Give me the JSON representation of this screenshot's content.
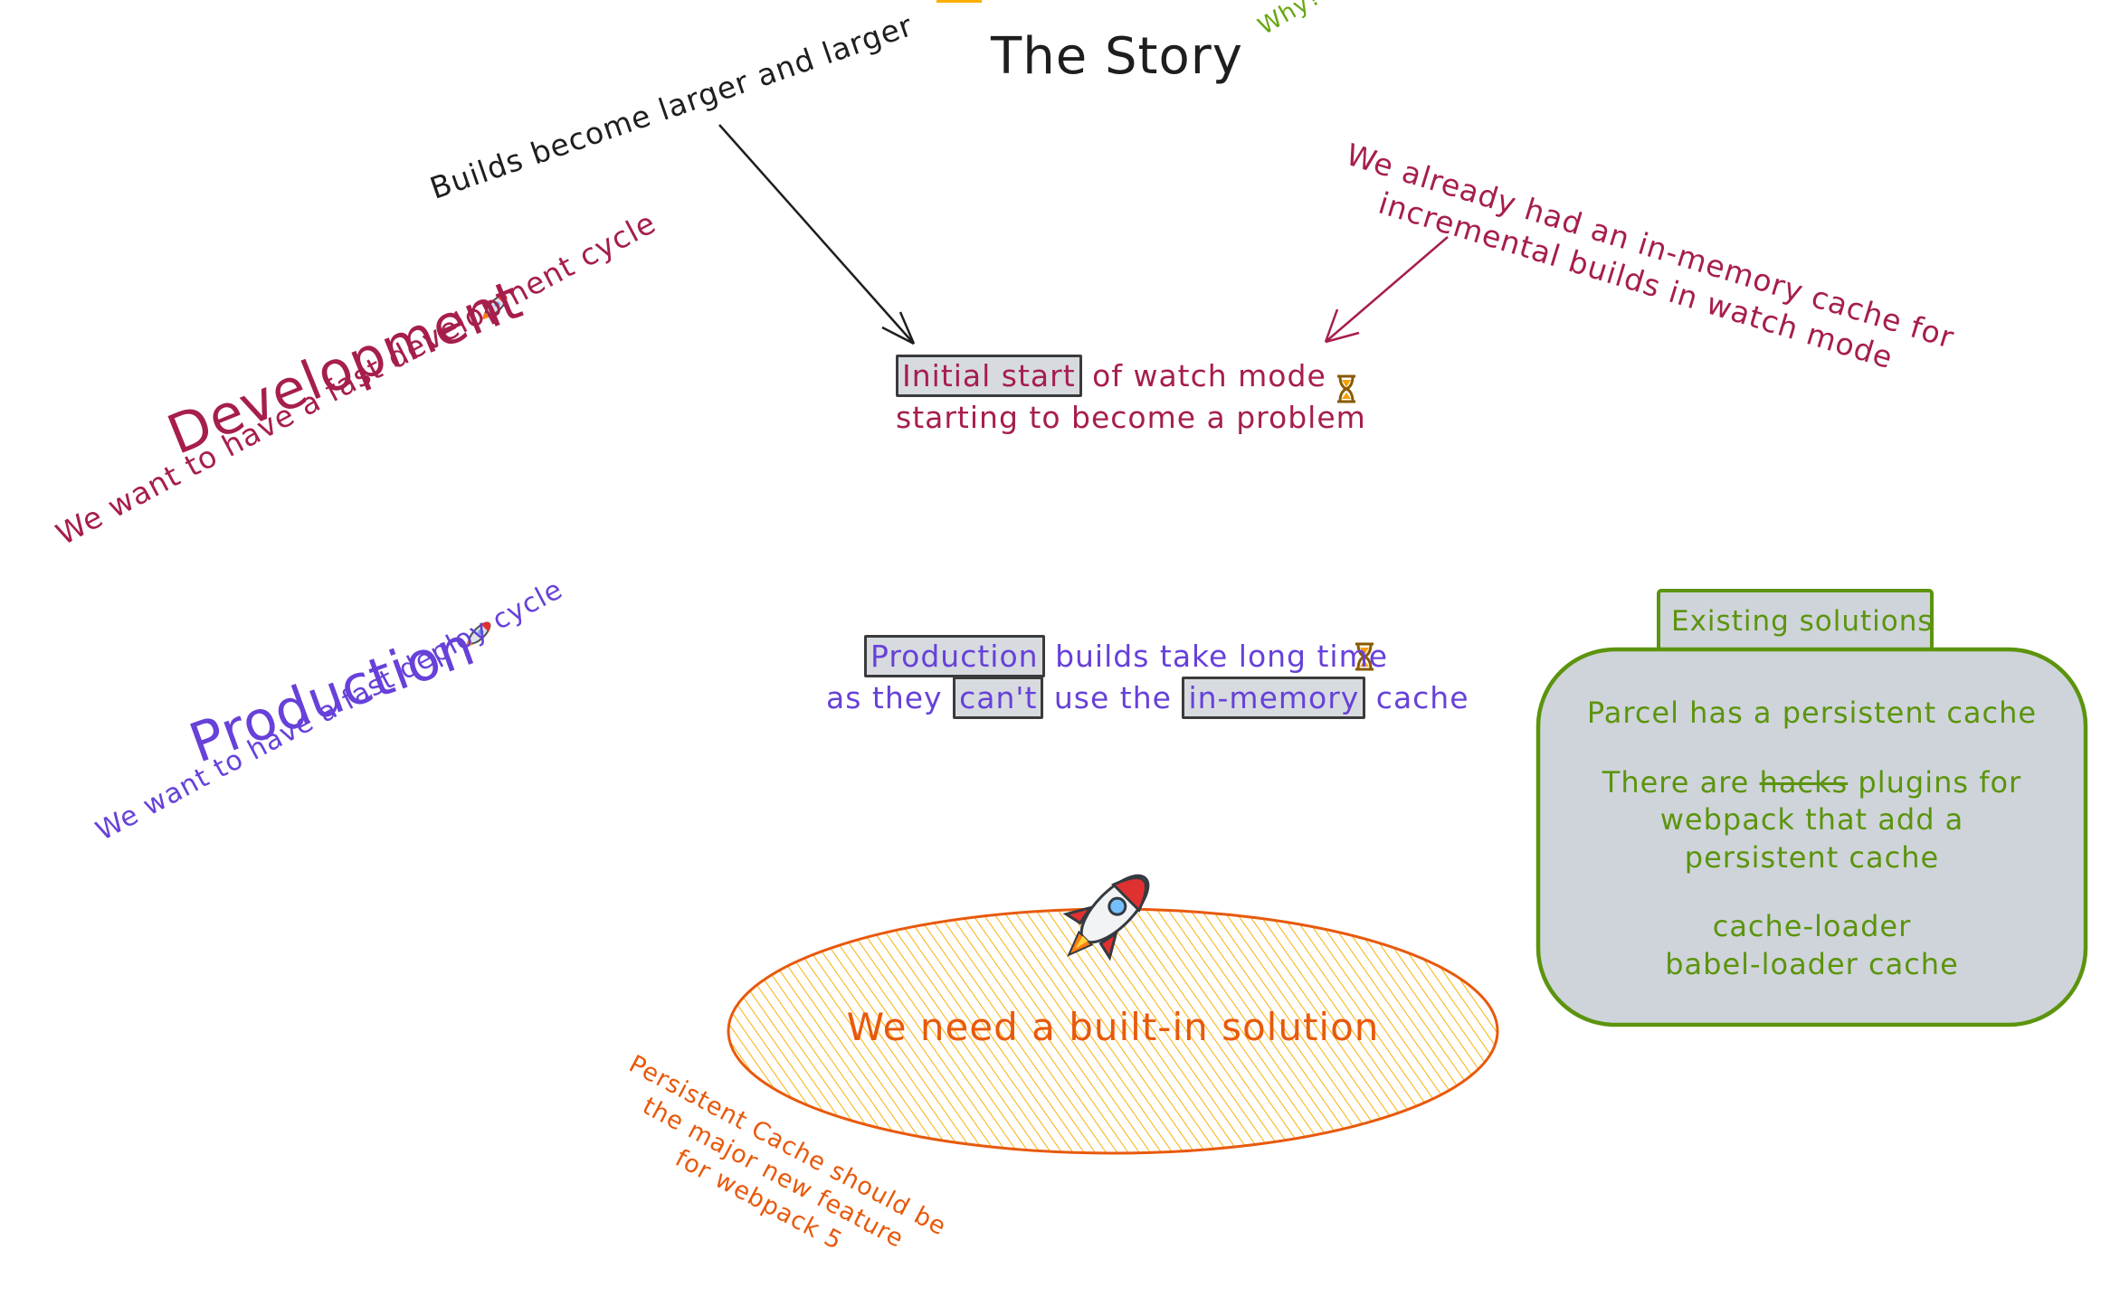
{
  "title": "The Story",
  "why": "Why?",
  "builds_larger": "Builds become larger and larger",
  "already_cache": {
    "line1": "We already had an in-memory cache for",
    "line2": "incremental builds in watch mode"
  },
  "development": {
    "heading": "Development",
    "subtitle": "We want to have a fast development cycle"
  },
  "production": {
    "heading": "Production",
    "subtitle": "We want to have a fast deploy cycle"
  },
  "watch_problem": {
    "highlight": "Initial start",
    "rest1": " of watch mode",
    "line2": "starting to become a problem"
  },
  "prod_problem": {
    "highlight1": "Production",
    "rest1": " builds take long time",
    "pre2": "as they ",
    "highlight2": "can't",
    "mid2": " use the ",
    "highlight3": "in-memory",
    "post2": " cache"
  },
  "existing": {
    "tab": "Existing solutions",
    "parcel": "Parcel has a persistent cache",
    "there_are": "There are ",
    "hacks": "hacks",
    "plugins_for": " plugins for",
    "webpack_add": "webpack that add a",
    "persistent": "persistent cache",
    "cache_loader": "cache-loader",
    "babel_loader": "babel-loader cache"
  },
  "solution": {
    "main": "We need a built-in solution",
    "note1": "Persistent Cache should be",
    "note2": "the major new feature",
    "note3": "for webpack 5"
  },
  "colors": {
    "dev": "#a61e4d",
    "prod": "#6741d9",
    "green": "#5c940d",
    "orange": "#e8590c",
    "ellipse_fill": "#fcc419",
    "box_fill": "#ced4da",
    "black": "#1e1e1e"
  }
}
